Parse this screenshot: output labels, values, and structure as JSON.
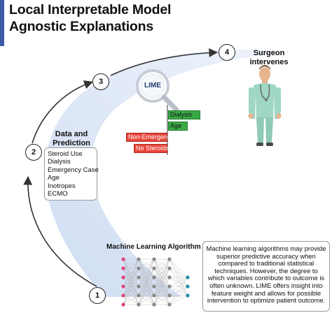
{
  "title_lines": [
    "Local Interpretable Model",
    "Agnostic Explanations"
  ],
  "steps": [
    "1",
    "2",
    "3",
    "4"
  ],
  "data_prediction_label": [
    "Data and",
    "Prediction"
  ],
  "data_features": [
    "Steroid Use",
    "Dialysis",
    "Emergency Case",
    "Age",
    "Inotropes",
    "ECMO"
  ],
  "surgeon_label": [
    "Surgeon",
    "intervenes"
  ],
  "lime_label": "LIME",
  "lime_features": {
    "positive": [
      "Dialysis",
      "Age"
    ],
    "negative": [
      "Non-Emergency",
      "No Steroids"
    ]
  },
  "ml_label": "Machine Learning Algorithm",
  "ml_description": "Machine learning algorithms may provide superior predictive accuracy when compared to traditional statistical techniques. However, the degree to which variables contribute to outcome is often unknown. LIME offers insight into feature weight and allows for possible intervention to optimize patient outcome.",
  "colors": {
    "accent": "#3f5aa8",
    "positive": "#3aaa47",
    "negative": "#e8463b",
    "node_pink": "#e0457b",
    "node_gray": "#888888",
    "node_teal": "#1f8fa8",
    "swoosh": "#dbe6f5"
  }
}
